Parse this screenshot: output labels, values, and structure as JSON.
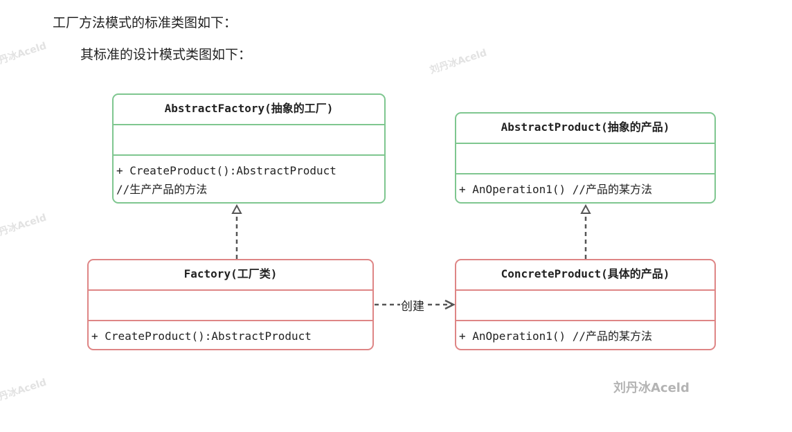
{
  "intro": {
    "line1": "工厂方法模式的标准类图如下：",
    "line2": "其标准的设计模式类图如下："
  },
  "colors": {
    "abstract_border": "#7ec68f",
    "concrete_border": "#de8585",
    "arrow": "#555555"
  },
  "classes": {
    "abstract_factory": {
      "title": "AbstractFactory(抽象的工厂)",
      "methods": [
        "+ CreateProduct():AbstractProduct",
        "//生产产品的方法"
      ]
    },
    "abstract_product": {
      "title": "AbstractProduct(抽象的产品)",
      "methods": [
        "+ AnOperation1() //产品的某方法"
      ]
    },
    "factory": {
      "title": "Factory(工厂类)",
      "methods": [
        "+ CreateProduct():AbstractProduct"
      ]
    },
    "concrete_product": {
      "title": "ConcreteProduct(具体的产品)",
      "methods": [
        "+ AnOperation1() //产品的某方法"
      ]
    }
  },
  "relations": {
    "create_label": "创建"
  },
  "watermarks": {
    "side": "刘丹冰Aceld",
    "main": "刘丹冰Aceld"
  }
}
